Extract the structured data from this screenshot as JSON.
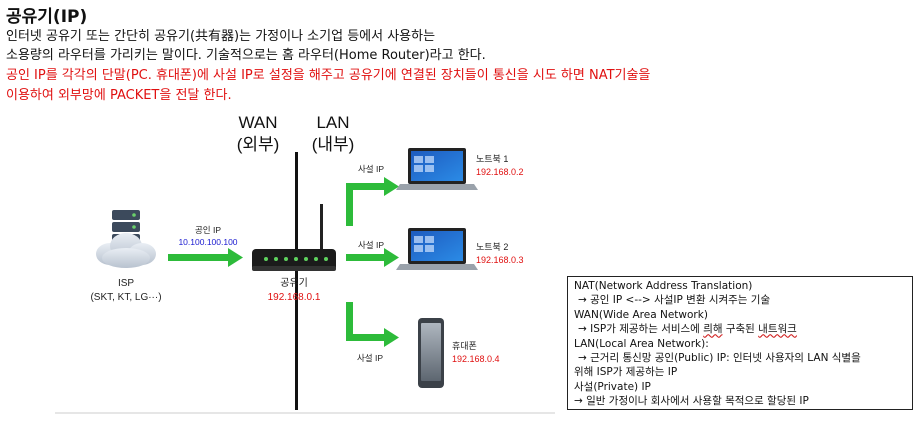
{
  "header": {
    "title": "공유기(IP)",
    "line1": "인터넷 공유기 또는 간단히 공유기(共有器)는 가정이나 소기업 등에서 사용하는",
    "line2": "소용량의 라우터를 가리키는 말이다. 기술적으로는 홈 라우터(Home Router)라고 한다.",
    "line3": "공인 IP를 각각의 단말(PC. 휴대폰)에 사설 IP로 설정을 해주고 공유기에 연결된 장치들이 통신을 시도 하면 NAT기술을",
    "line4": " 이용하여 외부망에 PACKET을 전달 한다."
  },
  "diagram": {
    "wan_label": "WAN",
    "wan_sub": "(외부)",
    "lan_label": "LAN",
    "lan_sub": "(내부)",
    "isp_label": "ISP",
    "isp_sub": "(SKT, KT, LG···)",
    "public_ip_label": "공인 IP",
    "public_ip_value": "10.100.100.100",
    "router_label": "공유기",
    "router_ip": "192.168.0.1",
    "private_ip_label": "사설 IP",
    "devices": [
      {
        "name": "노트북 1",
        "ip": "192.168.0.2"
      },
      {
        "name": "노트북 2",
        "ip": "192.168.0.3"
      },
      {
        "name": "휴대폰",
        "ip": "192.168.0.4"
      }
    ],
    "colors": {
      "arrow": "#2dbb3a",
      "ip_red": "#e01010",
      "ip_blue": "#1a1ad0",
      "divider": "#111111"
    }
  },
  "infobox": {
    "nat_title": "NAT(Network Address Translation)",
    "nat_desc": "→ 공인 IP <--> 사설IP 변환 시켜주는 기술",
    "wan_title": "WAN(Wide Area Network)",
    "wan_desc_pre": "→ ISP가 제공하는 서비스에 ",
    "wan_desc_mark": "릐해",
    "wan_desc_mid": " 구축된 ",
    "wan_desc_mark2": "내트워크",
    "lan_title": "LAN(Local Area Network):",
    "lan_desc1": "→ 근거리 통신망  공인(Public) IP: 인터넷 사용자의 LAN 식별을",
    "lan_desc2": "위해 ISP가 제공하는 IP",
    "private_title": "사설(Private) IP",
    "private_desc": "→ 일반 가정이나 회사에서 사용할 목적으로 할당된 IP"
  }
}
